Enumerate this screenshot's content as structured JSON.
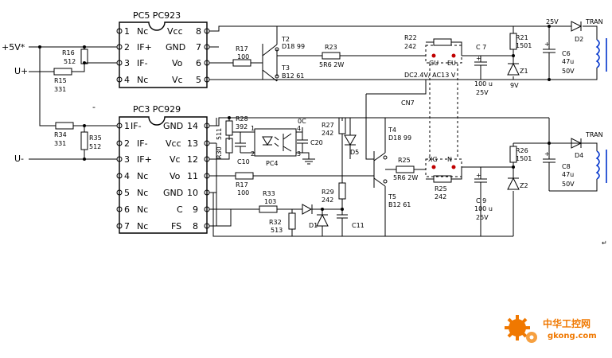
{
  "ic": {
    "top": {
      "title": "PC5  PC923",
      "left_pins": [
        {
          "num": "1",
          "name": "Nc"
        },
        {
          "num": "2",
          "name": "IF+"
        },
        {
          "num": "3",
          "name": "IF-"
        },
        {
          "num": "4",
          "name": "Nc"
        }
      ],
      "right_pins": [
        {
          "num": "8",
          "name": "Vcc"
        },
        {
          "num": "7",
          "name": "GND"
        },
        {
          "num": "6",
          "name": "Vo"
        },
        {
          "num": "5",
          "name": "Vc"
        }
      ]
    },
    "bottom": {
      "title": "PC3  PC929",
      "left_pins": [
        {
          "num": "1",
          "name": "IF-"
        },
        {
          "num": "2",
          "name": "IF-"
        },
        {
          "num": "3",
          "name": "IF+"
        },
        {
          "num": "4",
          "name": "Nc"
        },
        {
          "num": "5",
          "name": "Nc"
        },
        {
          "num": "6",
          "name": "Nc"
        },
        {
          "num": "7",
          "name": "Nc"
        }
      ],
      "right_pins": [
        {
          "num": "14",
          "name": "GND"
        },
        {
          "num": "13",
          "name": "Vcc"
        },
        {
          "num": "12",
          "name": "Vc"
        },
        {
          "num": "11",
          "name": "Vo"
        },
        {
          "num": "10",
          "name": "GND"
        },
        {
          "num": "9",
          "name": "C"
        },
        {
          "num": "8",
          "name": "FS"
        }
      ]
    }
  },
  "inputs": {
    "plus5": "+5V*",
    "uplus": "U+",
    "uminus": "U-",
    "dash": "-"
  },
  "parts": {
    "r16": {
      "ref": "R16",
      "val": "512"
    },
    "r15": {
      "ref": "R15",
      "val": "331"
    },
    "r34": {
      "ref": "R34",
      "val": "331"
    },
    "r35": {
      "ref": "R35",
      "val": "512"
    },
    "r17a": {
      "ref": "R17",
      "val": "100"
    },
    "t2": {
      "ref": "T2",
      "val": "D18 99"
    },
    "t3": {
      "ref": "T3",
      "val": "B12 61"
    },
    "r23": {
      "ref": "R23",
      "val": "5R6  2W"
    },
    "r22": {
      "ref": "R22",
      "val": "242"
    },
    "c7": {
      "ref": "C 7",
      "val": "100 u",
      "volt": "25V"
    },
    "r21": {
      "ref": "R21",
      "val": "1501"
    },
    "z1": {
      "ref": "Z1",
      "val": "9V"
    },
    "c6": {
      "ref": "C6",
      "val": "47u",
      "volt": "50V",
      "top": "25V"
    },
    "d2": {
      "ref": "D2"
    },
    "tran1": {
      "ref": "TRAN"
    },
    "cn7": {
      "ref": "CN7"
    },
    "gu": "GU",
    "eu": "EU",
    "dcac": "DC2.4V/ AC13 V",
    "r28": {
      "ref": "R28",
      "val": "392"
    },
    "r30": {
      "ref": "R30",
      "val": "511"
    },
    "c10": {
      "ref": "C10"
    },
    "pc4": {
      "ref": "PC4"
    },
    "oc": "0C",
    "c20": {
      "ref": "C20"
    },
    "pin1": "1",
    "pin2": "2",
    "pin3": "3",
    "pin4": "4",
    "r17b": {
      "ref": "R17",
      "val": "100"
    },
    "r33": {
      "ref": "R33",
      "val": "103"
    },
    "r32": {
      "ref": "R32",
      "val": "513"
    },
    "d1": {
      "ref": "D1"
    },
    "r29": {
      "ref": "R29",
      "val": "242"
    },
    "c11": {
      "ref": "C11"
    },
    "r27": {
      "ref": "R27",
      "val": "242"
    },
    "d5": {
      "ref": "D5"
    },
    "t4": {
      "ref": "T4",
      "val": "D18 99"
    },
    "t5": {
      "ref": "T5",
      "val": "B12 61"
    },
    "r25a": {
      "ref": "R25",
      "val": "5R6  2W"
    },
    "r25b": {
      "ref": "R25",
      "val": "242"
    },
    "xg": "XG",
    "n": "N",
    "c9": {
      "ref": "C 9",
      "val": "100 u",
      "volt": "25V"
    },
    "r26": {
      "ref": "R26",
      "val": "1501"
    },
    "z2": {
      "ref": "Z2"
    },
    "c8": {
      "ref": "C8",
      "val": "47u",
      "volt": "50V"
    },
    "d4": {
      "ref": "D4"
    },
    "tran2": {
      "ref": "TRAN"
    }
  },
  "watermark": {
    "cn": "中华工控网",
    "url": "gkong.com"
  },
  "colors": {
    "wire": "#000000",
    "coil": "#0033cc",
    "marker": "#c00000",
    "watermark": "#f07800"
  }
}
